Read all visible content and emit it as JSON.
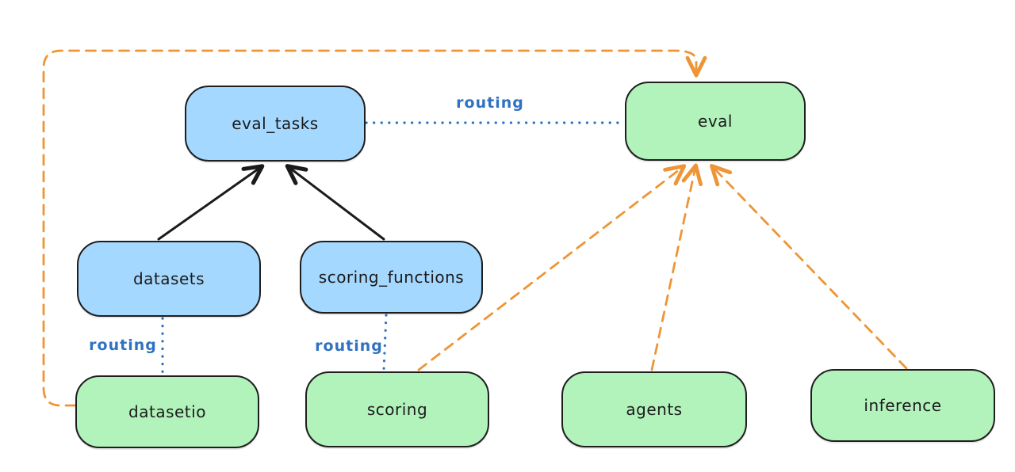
{
  "colors": {
    "background": "#ffffff",
    "node_stroke": "#1e1e1e",
    "blue_fill": "#a5d8ff",
    "green_fill": "#b2f2bb",
    "routing_blue": "#2f72c2",
    "provider_orange": "#ee9536",
    "arrow_black": "#1b1b1b"
  },
  "nodes": {
    "eval_tasks": {
      "label": "eval_tasks"
    },
    "eval": {
      "label": "eval"
    },
    "datasets": {
      "label": "datasets"
    },
    "scoring_functions": {
      "label": "scoring_functions"
    },
    "datasetio": {
      "label": "datasetio"
    },
    "scoring": {
      "label": "scoring"
    },
    "agents": {
      "label": "agents"
    },
    "inference": {
      "label": "inference"
    }
  },
  "edge_labels": {
    "routing_top": "routing",
    "routing_left": "routing",
    "routing_middle": "routing"
  },
  "edges": [
    {
      "from": "datasets",
      "to": "eval_tasks",
      "style": "solid-black-arrow"
    },
    {
      "from": "scoring_functions",
      "to": "eval_tasks",
      "style": "solid-black-arrow"
    },
    {
      "from": "eval_tasks",
      "to": "eval",
      "style": "dotted-blue",
      "label": "routing"
    },
    {
      "from": "datasets",
      "to": "datasetio",
      "style": "dotted-blue",
      "label": "routing"
    },
    {
      "from": "scoring_functions",
      "to": "scoring",
      "style": "dotted-blue",
      "label": "routing"
    },
    {
      "from": "datasetio",
      "to": "eval",
      "style": "dashed-orange-arrow"
    },
    {
      "from": "scoring",
      "to": "eval",
      "style": "dashed-orange-arrow"
    },
    {
      "from": "agents",
      "to": "eval",
      "style": "dashed-orange-arrow"
    },
    {
      "from": "inference",
      "to": "eval",
      "style": "dashed-orange-arrow"
    }
  ]
}
